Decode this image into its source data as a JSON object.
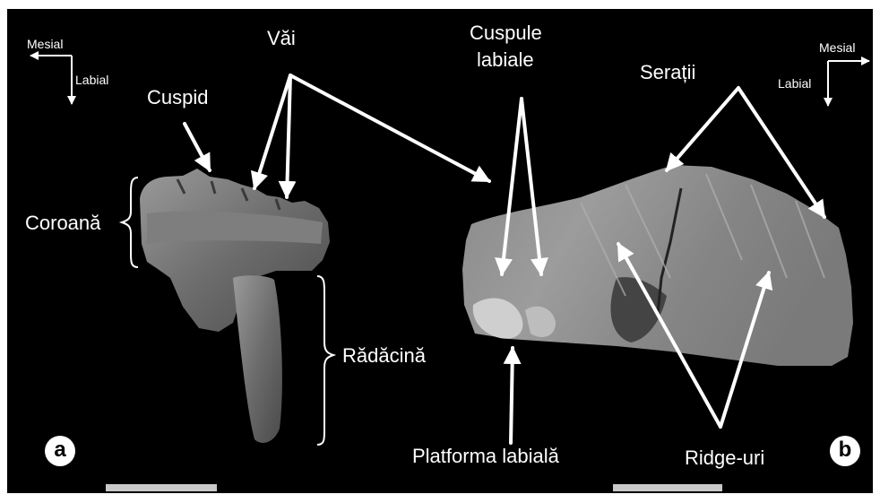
{
  "labels": {
    "mesial_left": "Mesial",
    "labial_left": "Labial",
    "cuspid": "Cuspid",
    "vai": "Văi",
    "cuspule_line1": "Cuspule",
    "cuspule_line2": "labiale",
    "seratii": "Serații",
    "mesial_right": "Mesial",
    "labial_right": "Labial",
    "coroana": "Coroană",
    "radacina": "Rădăcină",
    "platforma": "Platforma labială",
    "ridge": "Ridge-uri"
  },
  "panels": {
    "a": "a",
    "b": "b"
  }
}
